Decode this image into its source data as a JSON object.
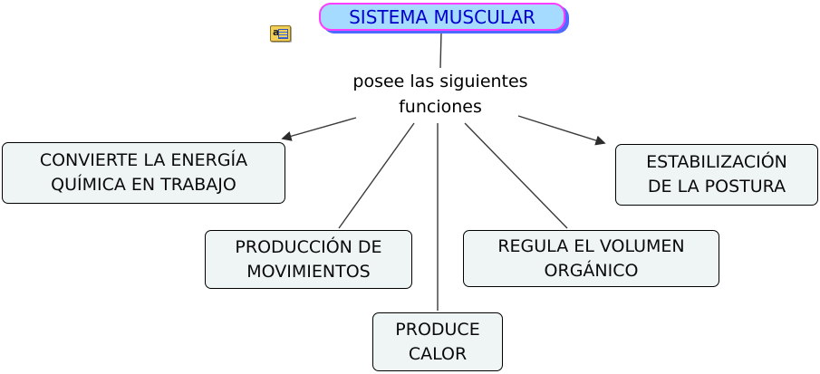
{
  "map": {
    "title_node": {
      "label": "SISTEMA MUSCULAR"
    },
    "linking_phrase": {
      "label": "posee las siguientes\nfunciones"
    },
    "annotation_icon": {
      "letter": "a"
    },
    "nodes": [
      {
        "id": "convierte-energia",
        "label": "CONVIERTE LA ENERGÍA\nQUÍMICA EN TRABAJO"
      },
      {
        "id": "produccion-movimientos",
        "label": "PRODUCCIÓN DE\nMOVIMIENTOS"
      },
      {
        "id": "produce-calor",
        "label": "PRODUCE\nCALOR"
      },
      {
        "id": "regula-volumen",
        "label": "REGULA EL VOLUMEN\nORGÁNICO"
      },
      {
        "id": "estabilizacion-postura",
        "label": "ESTABILIZACIÓN\nDE LA POSTURA"
      }
    ]
  },
  "colors": {
    "title_fill": "#a4dbff",
    "title_border": "#ff3dff",
    "title_text": "#0000cc",
    "title_shadow": "#4d6bff",
    "node_fill": "#eff4f5",
    "node_border": "#000000",
    "line": "#3a3a3a",
    "icon_fill": "#f2cf57"
  }
}
